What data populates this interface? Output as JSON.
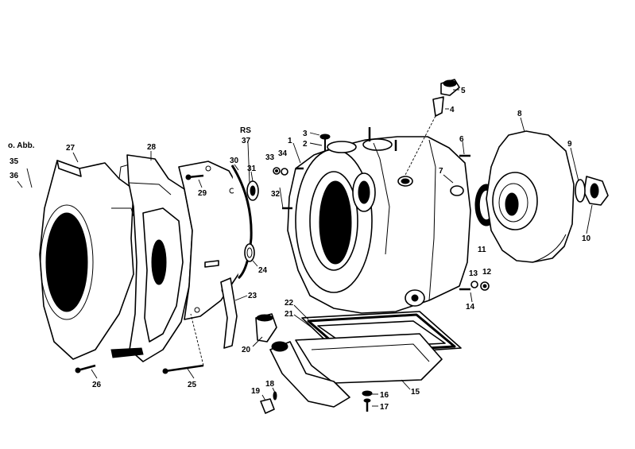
{
  "notes": [
    "o. Abb.",
    "35",
    "36"
  ],
  "rs_note": [
    "RS",
    "37"
  ],
  "callouts": [
    "1",
    "2",
    "3",
    "4",
    "5",
    "6",
    "7",
    "8",
    "9",
    "10",
    "11",
    "12",
    "13",
    "14",
    "15",
    "16",
    "17",
    "18",
    "19",
    "20",
    "21",
    "22",
    "23",
    "24",
    "25",
    "26",
    "27",
    "28",
    "29",
    "30",
    "31",
    "32",
    "33",
    "34"
  ]
}
